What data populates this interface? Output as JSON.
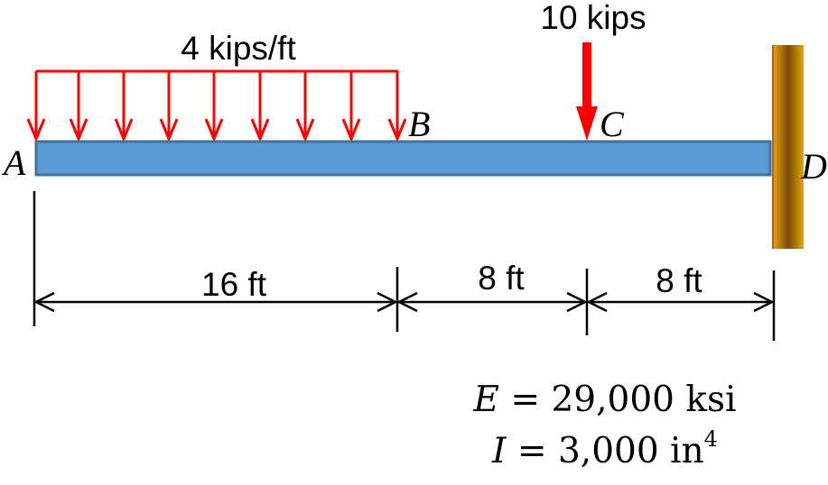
{
  "loads": {
    "distributed_label": "4 kips/ft",
    "point_label": "10 kips"
  },
  "points": {
    "a": "A",
    "b": "B",
    "c": "C",
    "d": "D"
  },
  "dimensions": {
    "ab": "16 ft",
    "bc": "8 ft",
    "cd": "8 ft"
  },
  "properties": {
    "e_symbol": "E",
    "e_value": "29,000 ksi",
    "i_symbol": "I",
    "i_value": "3,000 in",
    "i_exponent": "4"
  },
  "colors": {
    "beam_fill": "#5b9bd5",
    "beam_stroke": "#41719c",
    "load": "#ff0000",
    "wall_light": "#e6a700",
    "wall_dark": "#7a4a12"
  }
}
